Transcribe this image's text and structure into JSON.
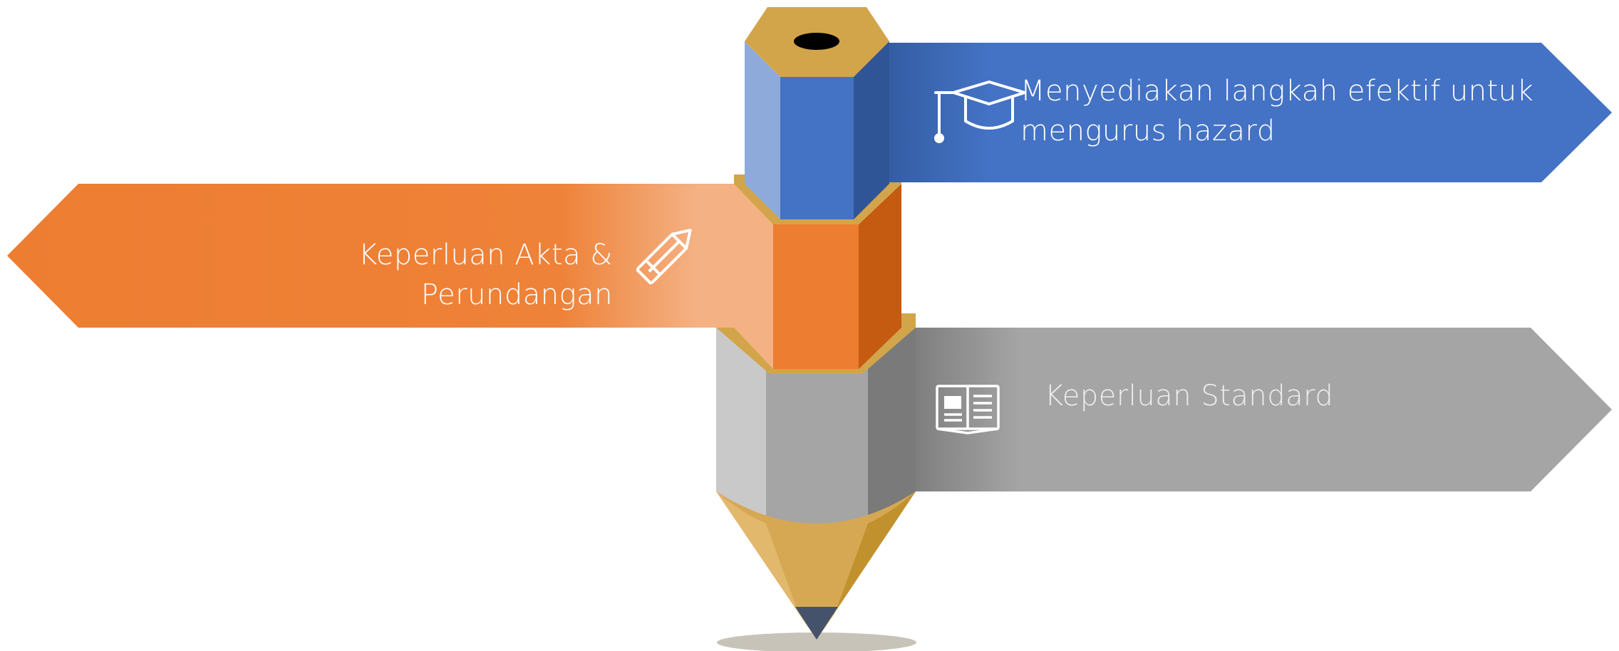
{
  "banners": {
    "top": {
      "line1": "Menyediakan langkah efektif untuk",
      "line2": "mengurus hazard",
      "icon": "graduation-cap-icon",
      "color": "#4472c4"
    },
    "middle": {
      "text": "Keperluan Akta & Perundangan",
      "icon": "pencil-icon",
      "color": "#ed7d31"
    },
    "bottom": {
      "text": "Keperluan Standard",
      "icon": "open-book-icon",
      "color": "#a5a5a5"
    }
  },
  "pencil": {
    "segment_colors": {
      "top": "#4472c4",
      "middle": "#ed7d31",
      "bottom": "#a5a5a5",
      "collar": "#d2a54a",
      "tip": "#4a5568"
    }
  }
}
